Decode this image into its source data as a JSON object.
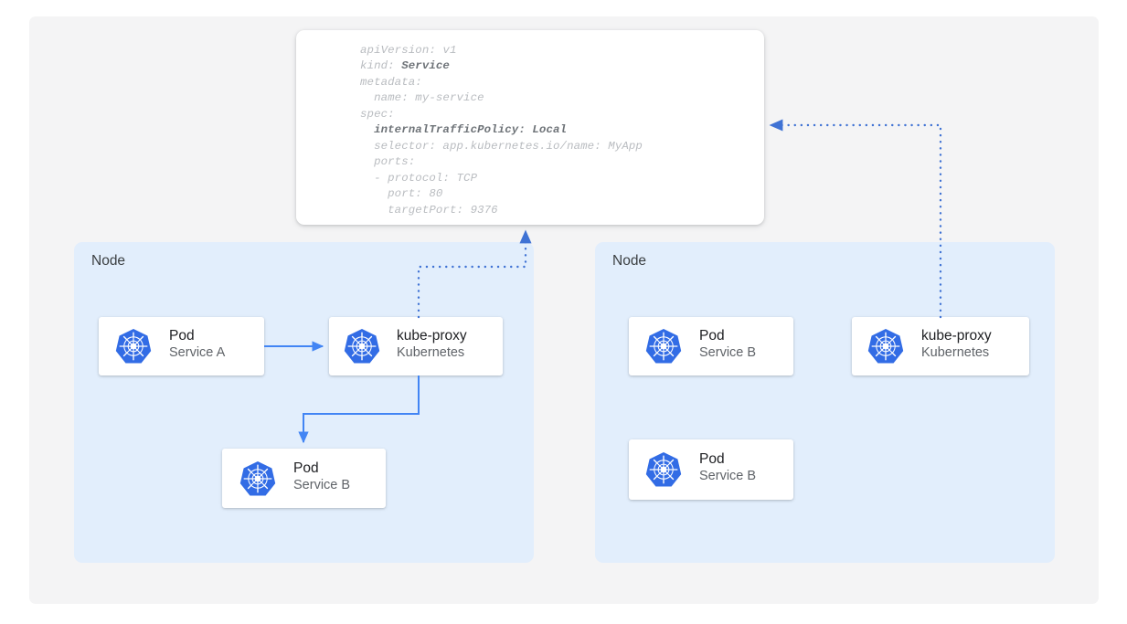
{
  "colors": {
    "page_background": "#ffffff",
    "canvas_background": "#f4f4f5",
    "node_background": "#e2eefc",
    "card_background": "#ffffff",
    "accent_blue": "#4285f4",
    "k8s_logo_blue": "#326ce5",
    "dotted_blue": "#4a7fe0",
    "code_text": "#b9bcc0",
    "code_text_bold": "#6e7378",
    "title_text": "#202124",
    "subtitle_text": "#5f6368",
    "node_label_text": "#3c4043"
  },
  "code_panel": {
    "name": "service-yaml-manifest",
    "language": "yaml",
    "lines": [
      {
        "text": "apiVersion: v1",
        "indent": 0,
        "bold_part": ""
      },
      {
        "text": "kind: ",
        "indent": 0,
        "bold_part": "Service"
      },
      {
        "text": "metadata:",
        "indent": 0,
        "bold_part": ""
      },
      {
        "text": "  name: my-service",
        "indent": 2,
        "bold_part": ""
      },
      {
        "text": "spec:",
        "indent": 0,
        "bold_part": ""
      },
      {
        "text": "  ",
        "indent": 2,
        "bold_part": "internalTrafficPolicy: Local"
      },
      {
        "text": "  selector: app.kubernetes.io/name: MyApp",
        "indent": 2,
        "bold_part": ""
      },
      {
        "text": "  ports:",
        "indent": 2,
        "bold_part": ""
      },
      {
        "text": "  - protocol: TCP",
        "indent": 2,
        "bold_part": ""
      },
      {
        "text": "    port: 80",
        "indent": 4,
        "bold_part": ""
      },
      {
        "text": "    targetPort: 9376",
        "indent": 4,
        "bold_part": ""
      }
    ],
    "full_text": "apiVersion: v1\nkind: Service\nmetadata:\n  name: my-service\nspec:\n  internalTrafficPolicy: Local\n  selector: app.kubernetes.io/name: MyApp\n  ports:\n  - protocol: TCP\n    port: 80\n    targetPort: 9376"
  },
  "nodes": [
    {
      "label": "Node",
      "side": "left"
    },
    {
      "label": "Node",
      "side": "right"
    }
  ],
  "cards": {
    "pod_a": {
      "title": "Pod",
      "subtitle": "Service A",
      "icon": "kubernetes-icon"
    },
    "kube_proxy_l": {
      "title": "kube-proxy",
      "subtitle": "Kubernetes",
      "icon": "kubernetes-icon"
    },
    "pod_b_l": {
      "title": "Pod",
      "subtitle": "Service B",
      "icon": "kubernetes-icon"
    },
    "pod_b_r1": {
      "title": "Pod",
      "subtitle": "Service B",
      "icon": "kubernetes-icon"
    },
    "kube_proxy_r": {
      "title": "kube-proxy",
      "subtitle": "Kubernetes",
      "icon": "kubernetes-icon"
    },
    "pod_b_r2": {
      "title": "Pod",
      "subtitle": "Service B",
      "icon": "kubernetes-icon"
    }
  },
  "connectors": [
    {
      "name": "pod-a-to-kube-proxy",
      "style": "solid",
      "arrow": true
    },
    {
      "name": "kube-proxy-to-pod-b-local",
      "style": "solid",
      "arrow": true
    },
    {
      "name": "kube-proxy-left-to-manifest",
      "style": "dotted",
      "arrow": true
    },
    {
      "name": "kube-proxy-right-to-manifest",
      "style": "dotted",
      "arrow": true
    }
  ]
}
